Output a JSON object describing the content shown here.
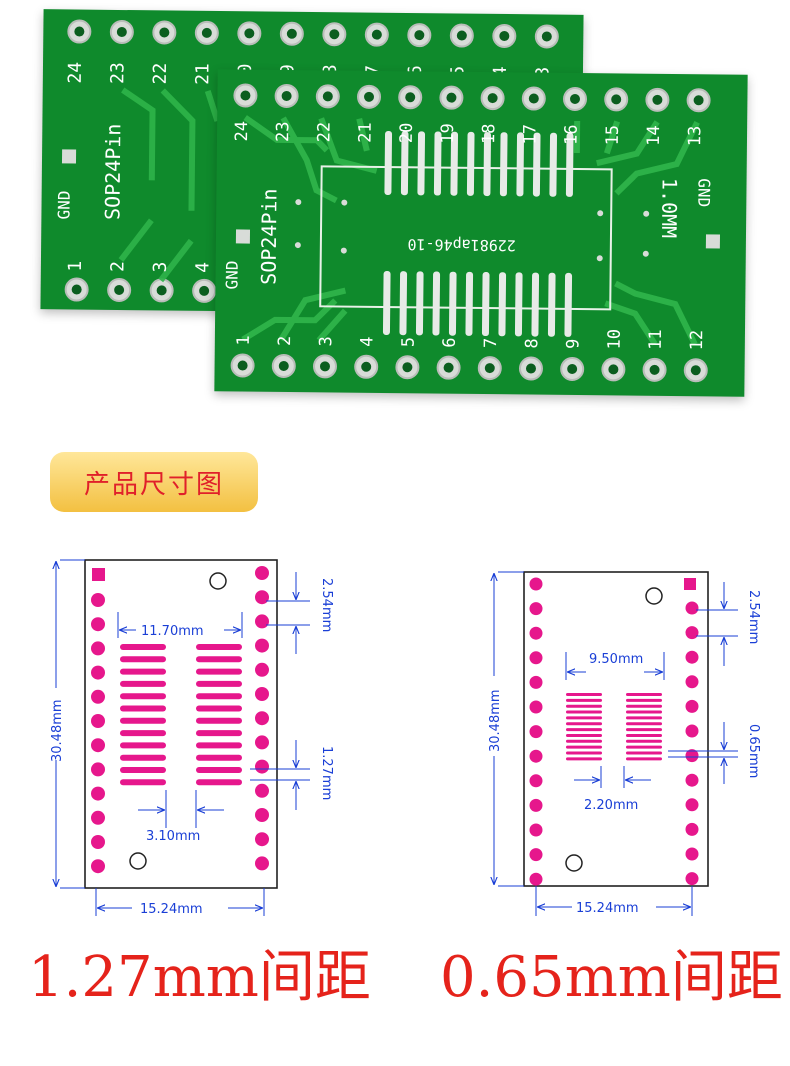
{
  "photo": {
    "board_back": {
      "pin_labels_top": [
        "24",
        "23",
        "22",
        "21",
        "20",
        "19",
        "18",
        "17",
        "16",
        "15",
        "14",
        "13"
      ],
      "pin_labels_bottom": [
        "1",
        "2",
        "3",
        "4"
      ],
      "side_text": "SOP24Pin",
      "gnd_label": "GND"
    },
    "board_front": {
      "pin_labels_top": [
        "24",
        "23",
        "22",
        "21",
        "20",
        "19",
        "18",
        "17",
        "16",
        "15",
        "14",
        "13"
      ],
      "pin_labels_bottom": [
        "1",
        "2",
        "3",
        "4",
        "5",
        "6",
        "7",
        "8",
        "9",
        "10",
        "11",
        "12"
      ],
      "side_text": "SOP24Pin",
      "gnd_left": "GND",
      "gnd_right": "GND",
      "pitch_mark": "1.0MM",
      "part_code": "22981ap46-10"
    }
  },
  "section_title": "产品尺寸图",
  "diagram_left": {
    "height": "30.48mm",
    "width": "15.24mm",
    "pad_span": "11.70mm",
    "hole_pitch": "2.54mm",
    "pad_pitch": "1.27mm",
    "gap": "3.10mm"
  },
  "diagram_right": {
    "height": "30.48mm",
    "width": "15.24mm",
    "pad_span": "9.50mm",
    "hole_pitch": "2.54mm",
    "pad_pitch": "0.65mm",
    "gap": "2.20mm"
  },
  "captions": {
    "left": "1.27mm间距",
    "right": "0.65mm间距"
  },
  "colors": {
    "board_green": "#0f8a2c",
    "trace_green": "#2fb44a",
    "pad_silver": "#d8dcd8",
    "dim_blue": "#1a3fd6",
    "pad_magenta": "#e6178c",
    "caption_red": "#e5231b"
  }
}
